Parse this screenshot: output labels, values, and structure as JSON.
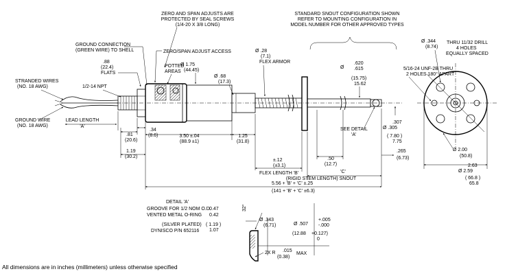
{
  "notes": {
    "zero_span_protected": [
      "ZERO AND SPAN ADJUSTS ARE",
      "PROTECTED BY SEAL SCREWS",
      "(1/4-20 X 3/8 LONG)"
    ],
    "standard_snout": [
      "STANDARD SNOUT CONFIGURATION SHOWN",
      "REFER TO MOUNTING CONFIGURATION IN",
      "MODEL NUMBER FOR OTHER APPROVED TYPES"
    ],
    "ground_connection": [
      "GROUND CONNECTION",
      "(GREEN WIRE) TO SHELL"
    ],
    "zero_span_access": "ZERO/SPAN ADJUST ACCESS",
    "potted_areas": [
      "POTTED",
      "AREAS"
    ],
    "flex_armor": "FLEX ARMOR",
    "stranded_wires": [
      "STRANDED WIRES",
      "(NO. 18 AWG)"
    ],
    "ground_wire": [
      "GROUND WIRE",
      "(NO. 18 AWG)"
    ],
    "npt": "1/2-14 NPT",
    "flats": "FLATS",
    "lead_length": [
      "LEAD LENGTH",
      "'A'"
    ],
    "see_detail": [
      "SEE DETAIL",
      "'A'"
    ],
    "flex_length": "FLEX LENGTH 'B'",
    "rigid_stem": "(RIGID STEM LENGTH) SNOUT",
    "c_label": "'C'",
    "thru_drill": [
      "THRU 11/32 DRILL",
      "4 HOLES",
      "EQUALLY SPACED"
    ],
    "unf_thread": [
      "5/16-24 UNF-2B THRU",
      "2 HOLES 180° APART"
    ]
  },
  "dimensions": {
    "flats_in": ".88",
    "flats_mm": "(22.4)",
    "dia_1_75_in": "1.75",
    "dia_1_75_mm": "(44.45)",
    "dia_68_in": ".68",
    "dia_68_mm": "(17.3)",
    "flex_28_in": ".28",
    "flex_28_mm": "(7.1)",
    "d81_in": ".81",
    "d81_mm": "(20.6)",
    "d34_in": ".34",
    "d34_mm": "(8.6)",
    "d119_in": "1.19",
    "d119_mm": "(30.2)",
    "d350_in": "3.50 ±.04",
    "d350_mm": "(88.9 ±1)",
    "d125_in": "1.25",
    "d125_mm": "(31.8)",
    "d12_in": "±.12",
    "d12_mm": "(±3.1)",
    "d50_in": ".50",
    "d50_mm": "(12.7)",
    "d620_in_a": ".620",
    "d620_in_b": ".615",
    "d620_mm_a": "(15.75)",
    "d620_mm_b": "15.62",
    "d307_in_a": ".307",
    "d307_in_b": ".305",
    "d307_mm_a": "( 7.80 )",
    "d307_mm_b": "7.75",
    "d265_in": ".265",
    "d265_mm": "(6.73)",
    "total_in": "5.56 + 'B' + 'C' ±.25",
    "total_mm": "(141 + 'B' + 'C' ±6.3)",
    "d344_in": ".344",
    "d344_mm": "(8.74)",
    "d200_in": "2.00",
    "d200_mm": "(50.8)",
    "d263_in_a": "2.63",
    "d263_in_b": "2.59",
    "d263_mm_a": "( 66.8 )",
    "d263_mm_b": "65.8",
    "dia_symbol": "Ø"
  },
  "detail": {
    "title": "DETAIL 'A'",
    "groove_line1": "GROOVE FOR 1/2 NOM O.D.",
    "groove_line2": "VENTED METAL O-RING",
    "groove_in_a": "0.47",
    "groove_in_b": "0.42",
    "groove_mm_a": "( 1.19 )",
    "groove_mm_b": "1.07",
    "silver": "(SILVER PLATED)",
    "dynisco": "DYNISCO P/N 652116",
    "angle": "32°",
    "d343_in": ".343",
    "d343_mm": "(6.71)",
    "d507_in": ".507",
    "d507_tol_a": "+.005",
    "d507_tol_b": "-.000",
    "d507_mm": "(12.88",
    "d507_mm_tol_a": "+0.127)",
    "d507_mm_tol_b": "0",
    "radius": "2X R",
    "radius_in": ".015",
    "radius_mm": "(0.38)",
    "radius_max": "MAX"
  },
  "footer": "All dimensions are in inches (millimeters) unless otherwise specified"
}
